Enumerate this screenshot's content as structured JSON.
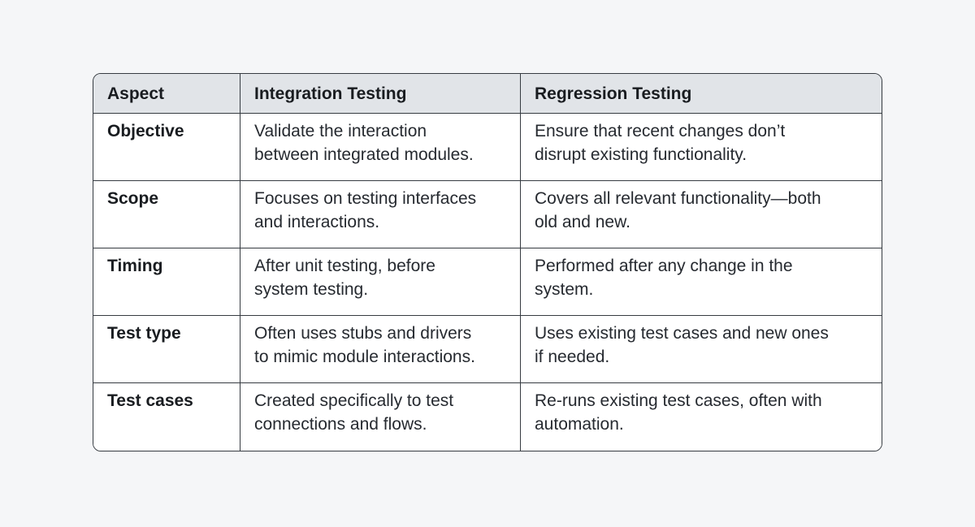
{
  "page": {
    "background_color": "#f5f6f8"
  },
  "table": {
    "style": {
      "header_bg": "#e1e4e8",
      "border_color": "#363b41",
      "header_text_color": "#191c20",
      "body_text_color": "#262a30",
      "cell_bg": "#ffffff"
    },
    "columns": [
      "Aspect",
      "Integration Testing",
      "Regression Testing"
    ],
    "rows": [
      {
        "aspect": "Objective",
        "integration": "Validate the interaction between integrated modules.",
        "regression": "Ensure that recent changes don’t disrupt existing functionality."
      },
      {
        "aspect": "Scope",
        "integration": "Focuses on testing interfaces and interactions.",
        "regression": "Covers all relevant functionality—both old and new."
      },
      {
        "aspect": "Timing",
        "integration": "After unit testing, before system testing.",
        "regression": "Performed after any change in the system."
      },
      {
        "aspect": "Test type",
        "integration": "Often uses stubs and drivers to mimic module interactions.",
        "regression": "Uses existing test cases and new ones if needed."
      },
      {
        "aspect": "Test cases",
        "integration": "Created specifically to test connections and flows.",
        "regression": "Re-runs existing test cases, often with automation."
      }
    ]
  }
}
